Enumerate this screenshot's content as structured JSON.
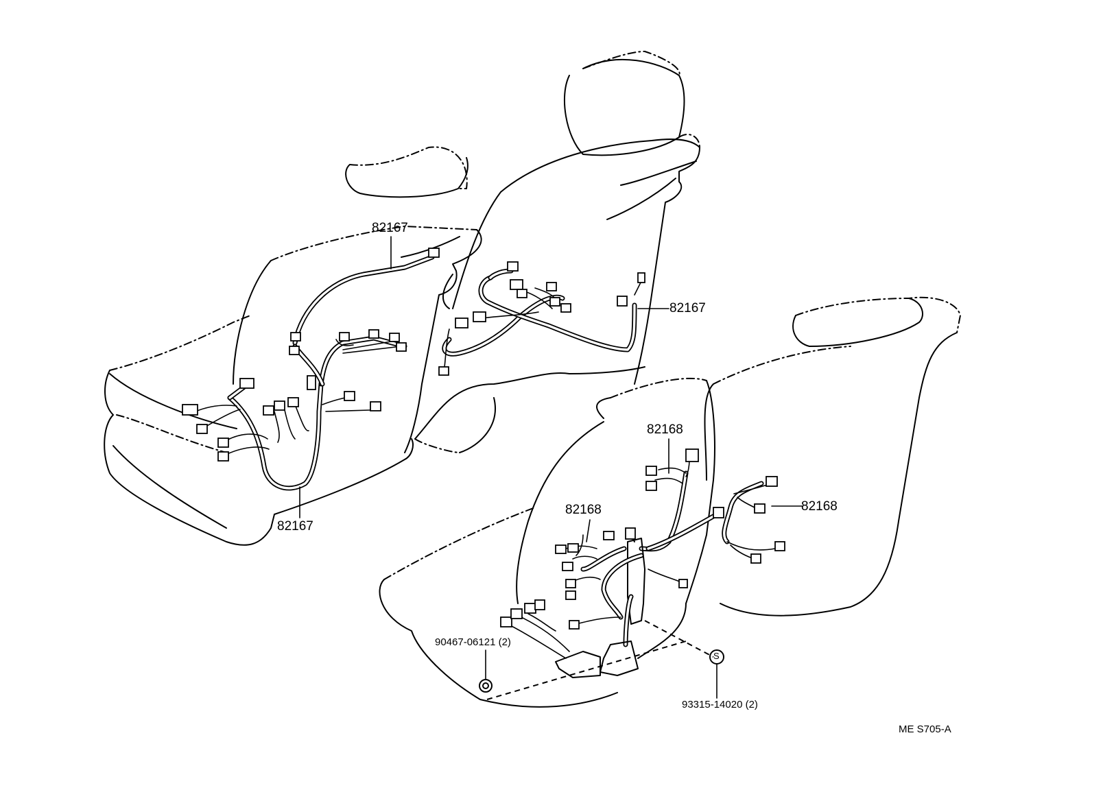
{
  "callouts": {
    "front_seat_top": "82167",
    "front_seat_bottom": "82167",
    "middle_seat": "82167",
    "rear_seat_top": "82168",
    "rear_seat_left": "82168",
    "rear_seat_right": "82168",
    "nut": "90467-06121 (2)",
    "screw": "93315-14020 (2)",
    "screw_symbol": "S"
  },
  "figure_code": "ME S705-A"
}
